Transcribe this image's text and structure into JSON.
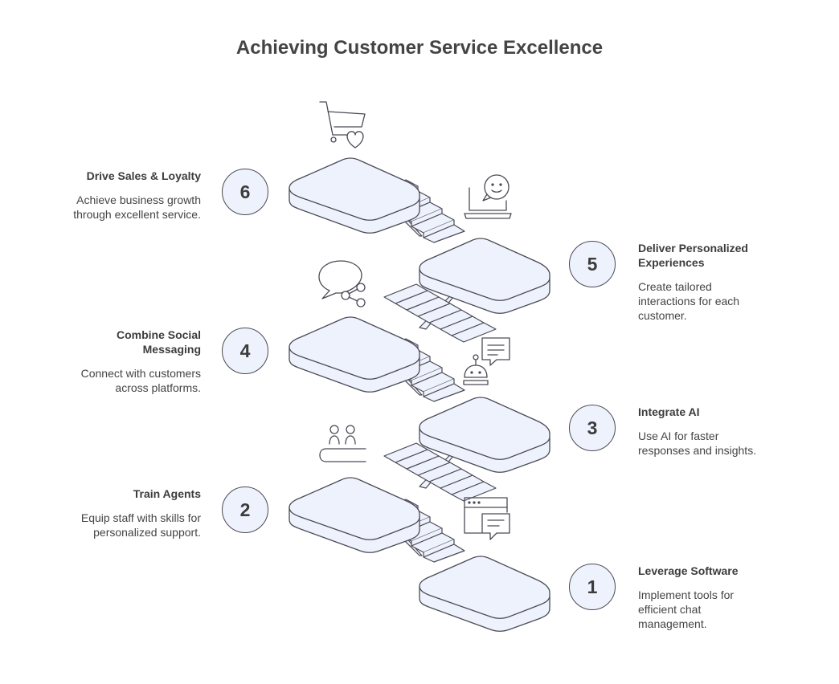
{
  "title": "Achieving Customer Service Excellence",
  "colors": {
    "platform_fill": "#eef2fd",
    "stroke": "#4a4a55",
    "text": "#3c3c3c"
  },
  "steps": [
    {
      "number": "1",
      "heading": "Leverage Software",
      "description": "Implement tools for efficient chat management.",
      "icon": "software-chat-icon"
    },
    {
      "number": "2",
      "heading": "Train Agents",
      "description": "Equip staff with skills for personalized support.",
      "icon": "training-agents-icon"
    },
    {
      "number": "3",
      "heading": "Integrate AI",
      "description": "Use AI for faster responses and insights.",
      "icon": "ai-robot-chat-icon"
    },
    {
      "number": "4",
      "heading": "Combine Social Messaging",
      "description": "Connect with customers across platforms.",
      "icon": "social-share-chat-icon"
    },
    {
      "number": "5",
      "heading": "Deliver Personalized Experiences",
      "description": "Create tailored interactions for each customer.",
      "icon": "laptop-smiley-icon"
    },
    {
      "number": "6",
      "heading": "Drive Sales & Loyalty",
      "description": "Achieve business growth through excellent service.",
      "icon": "cart-heart-icon"
    }
  ]
}
